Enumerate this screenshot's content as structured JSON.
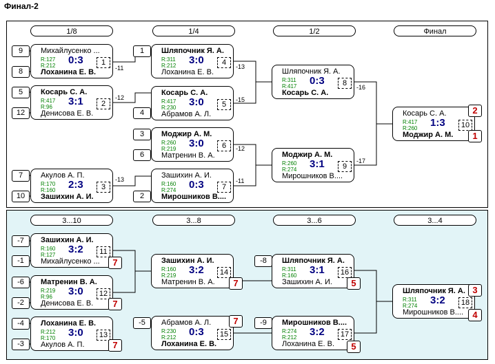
{
  "window_title": "Финал-2",
  "top_headers": [
    "1/8",
    "1/4",
    "1/2",
    "Финал"
  ],
  "bottom_headers": [
    "3...10",
    "3...8",
    "3...6",
    "3...4"
  ],
  "seeds": [
    "9",
    "8",
    "5",
    "12",
    "7",
    "10",
    "1",
    "4",
    "3",
    "6",
    "2",
    "-7",
    "-1",
    "-6",
    "-2",
    "-4",
    "-3",
    "-5",
    "-8",
    "-9"
  ],
  "matches": [
    {
      "p1": "Михайлусенко ...",
      "p2": "Лоханина Е. В.",
      "r1": "R:127",
      "r2": "R:212",
      "score": "0:3",
      "num": "1",
      "win": 2
    },
    {
      "p1": "Косарь С. А.",
      "p2": "Денисова Е. В.",
      "r1": "R:417",
      "r2": "R:96",
      "score": "3:1",
      "num": "2",
      "win": 1
    },
    {
      "p1": "Акулов А. П.",
      "p2": "Зашихин А. И.",
      "r1": "R:170",
      "r2": "R:160",
      "score": "2:3",
      "num": "3",
      "win": 2
    },
    {
      "p1": "Шляпочник Я. А.",
      "p2": "Лоханина Е. В.",
      "r1": "R:311",
      "r2": "R:212",
      "score": "3:0",
      "num": "4",
      "win": 1
    },
    {
      "p1": "Косарь С. А.",
      "p2": "Абрамов А. Л.",
      "r1": "R:417",
      "r2": "R:230",
      "score": "3:0",
      "num": "5",
      "win": 1
    },
    {
      "p1": "Моджир А. М.",
      "p2": "Матренин В. А.",
      "r1": "R:260",
      "r2": "R:219",
      "score": "3:0",
      "num": "6",
      "win": 1
    },
    {
      "p1": "Зашихин А. И.",
      "p2": "Мирошников В....",
      "r1": "R:160",
      "r2": "R:274",
      "score": "0:3",
      "num": "7",
      "win": 2
    },
    {
      "p1": "Шляпочник Я. А.",
      "p2": "Косарь С. А.",
      "r1": "R:311",
      "r2": "R:417",
      "score": "0:3",
      "num": "8",
      "win": 2
    },
    {
      "p1": "Моджир А. М.",
      "p2": "Мирошников В....",
      "r1": "R:260",
      "r2": "R:274",
      "score": "3:1",
      "num": "9",
      "win": 1
    },
    {
      "p1": "Косарь С. А.",
      "p2": "Моджир А. М.",
      "r1": "R:417",
      "r2": "R:260",
      "score": "1:3",
      "num": "10",
      "win": 2
    },
    {
      "p1": "Зашихин А. И.",
      "p2": "Михайлусенко ...",
      "r1": "R:160",
      "r2": "R:127",
      "score": "3:2",
      "num": "11",
      "win": 1
    },
    {
      "p1": "Матренин В. А.",
      "p2": "Денисова Е. В.",
      "r1": "R:219",
      "r2": "R:96",
      "score": "3:0",
      "num": "12",
      "win": 1
    },
    {
      "p1": "Лоханина Е. В.",
      "p2": "Акулов А. П.",
      "r1": "R:212",
      "r2": "R:170",
      "score": "3:0",
      "num": "13",
      "win": 1
    },
    {
      "p1": "Зашихин А. И.",
      "p2": "Матренин В. А.",
      "r1": "R:160",
      "r2": "R:219",
      "score": "3:2",
      "num": "14",
      "win": 1
    },
    {
      "p1": "Абрамов А. Л.",
      "p2": "Лоханина Е. В.",
      "r1": "R:230",
      "r2": "R:212",
      "score": "0:3",
      "num": "15",
      "win": 2
    },
    {
      "p1": "Шляпочник Я. А.",
      "p2": "Зашихин А. И.",
      "r1": "R:311",
      "r2": "R:160",
      "score": "3:1",
      "num": "16",
      "win": 1
    },
    {
      "p1": "Мирошников В....",
      "p2": "Лоханина Е. В.",
      "r1": "R:274",
      "r2": "R:212",
      "score": "3:2",
      "num": "17",
      "win": 1
    },
    {
      "p1": "Шляпочник Я. А.",
      "p2": "Мирошников В....",
      "r1": "R:311",
      "r2": "R:274",
      "score": "3:2",
      "num": "18",
      "win": 1
    }
  ],
  "refs": [
    "-11",
    "-12",
    "-13",
    "-13",
    "-15",
    "-12",
    "-11",
    "-16",
    "-17"
  ],
  "place_badges": [
    "2",
    "1",
    "7",
    "7",
    "7",
    "7",
    "7",
    "5",
    "5",
    "3",
    "4"
  ]
}
